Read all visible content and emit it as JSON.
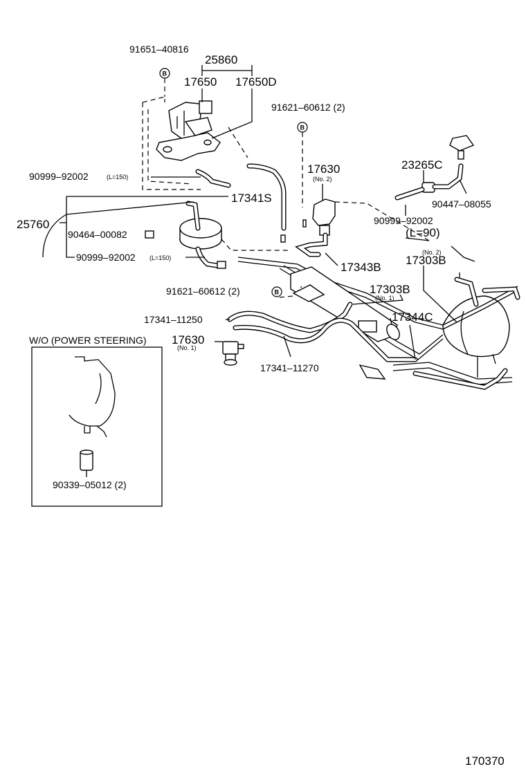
{
  "labels": {
    "p91651_40816": "91651–40816",
    "p25860": "25860",
    "p17650": "17650",
    "p17650D": "17650D",
    "p91621_60612_top": "91621–60612 (2)",
    "p17630_no2": "17630",
    "p17630_no2_sub": "(No. 2)",
    "p23265C": "23265C",
    "p90999_92002_top": "90999–92002",
    "p90999_92002_top_len": "(L=150)",
    "p17341S": "17341S",
    "p90447_08055": "90447–08055",
    "p25760": "25760",
    "p90999_92002_mid": "90999–92002",
    "p90999_92002_mid_len": "(L=90)",
    "p90464_00082": "90464–00082",
    "p17303B_no2": "17303B",
    "p17303B_no2_sub": "(No. 2)",
    "p90999_92002_low": "90999–92002",
    "p90999_92002_low_len": "(L=150)",
    "p17343B": "17343B",
    "p91621_60612_low": "91621–60612 (2)",
    "p17303B_no1": "17303B",
    "p17303B_no1_sub": "(No. 1)",
    "p17344C": "17344C",
    "p17341_11250": "17341–11250",
    "p17630_no1": "17630",
    "p17630_no1_sub": "(No. 1)",
    "p17341_11270": "17341–11270",
    "inset_title": "W/O (POWER STEERING)",
    "p90339_05012": "90339–05012 (2)",
    "diagram_id": "170370"
  },
  "bolt_marker_letter": "B"
}
